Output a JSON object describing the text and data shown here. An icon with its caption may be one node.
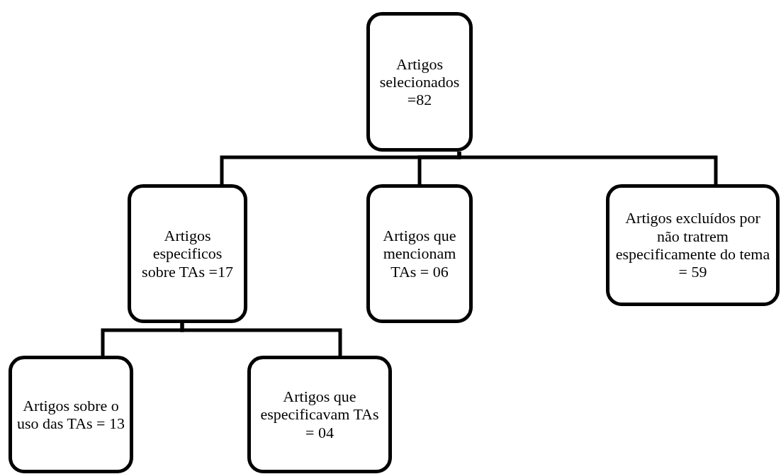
{
  "diagram": {
    "nodes": [
      {
        "text": [
          "Artigos selecionados =82"
        ]
      },
      {
        "text": [
          "Artigos especificos sobre TAs =17"
        ]
      },
      {
        "text": [
          "Artigos que mencionam TAs = 06"
        ]
      },
      {
        "text": [
          "Artigos excluídos por não tratrem especificamente do tema = 59"
        ]
      },
      {
        "text": [
          "Artigos sobre o uso das TAs = 13"
        ]
      },
      {
        "text": [
          "Artigos que especificavam TAs = 04"
        ]
      }
    ],
    "edges": [
      {
        "from": 0,
        "to": 1,
        "arrow": "none"
      },
      {
        "from": 0,
        "to": 2,
        "arrow": "none"
      },
      {
        "from": 0,
        "to": 3,
        "arrow": "none"
      },
      {
        "from": 1,
        "to": 4,
        "arrow": "none"
      },
      {
        "from": 1,
        "to": 5,
        "arrow": "none"
      }
    ]
  }
}
